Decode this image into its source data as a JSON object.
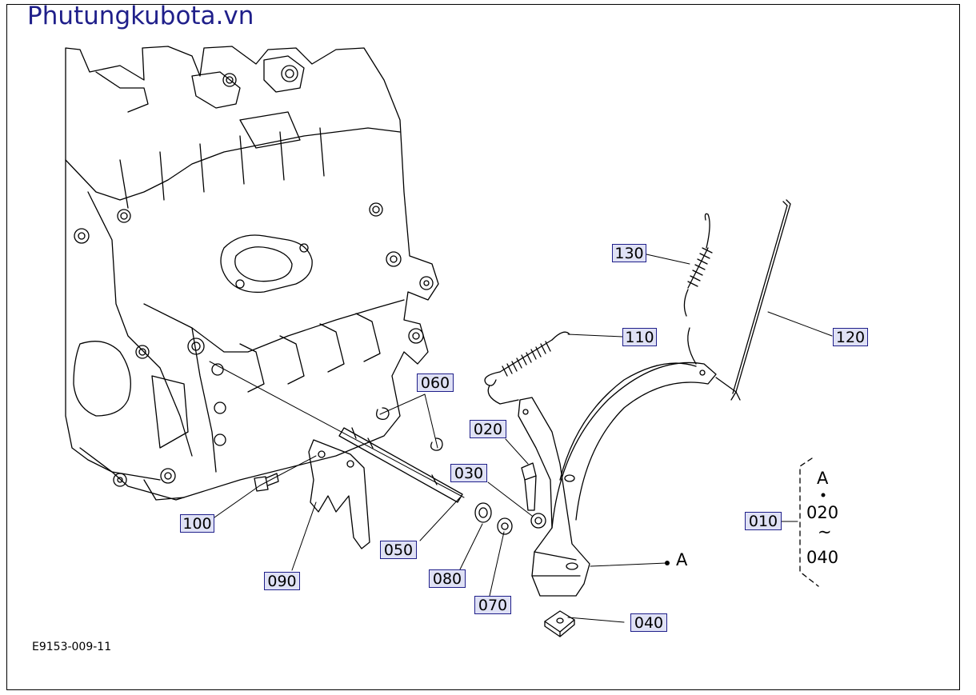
{
  "brand": "Phutungkubota.vn",
  "drawing_code": "E9153-009-11",
  "parts": {
    "p010": "010",
    "p020": "020",
    "p030": "030",
    "p040": "040",
    "p050": "050",
    "p060": "060",
    "p070": "070",
    "p080": "080",
    "p090": "090",
    "p100": "100",
    "p110": "110",
    "p120": "120",
    "p130": "130"
  },
  "legend": {
    "ref": "A",
    "range_from": "020",
    "range_sep": "~",
    "range_to": "040"
  },
  "pointer_label": "A"
}
